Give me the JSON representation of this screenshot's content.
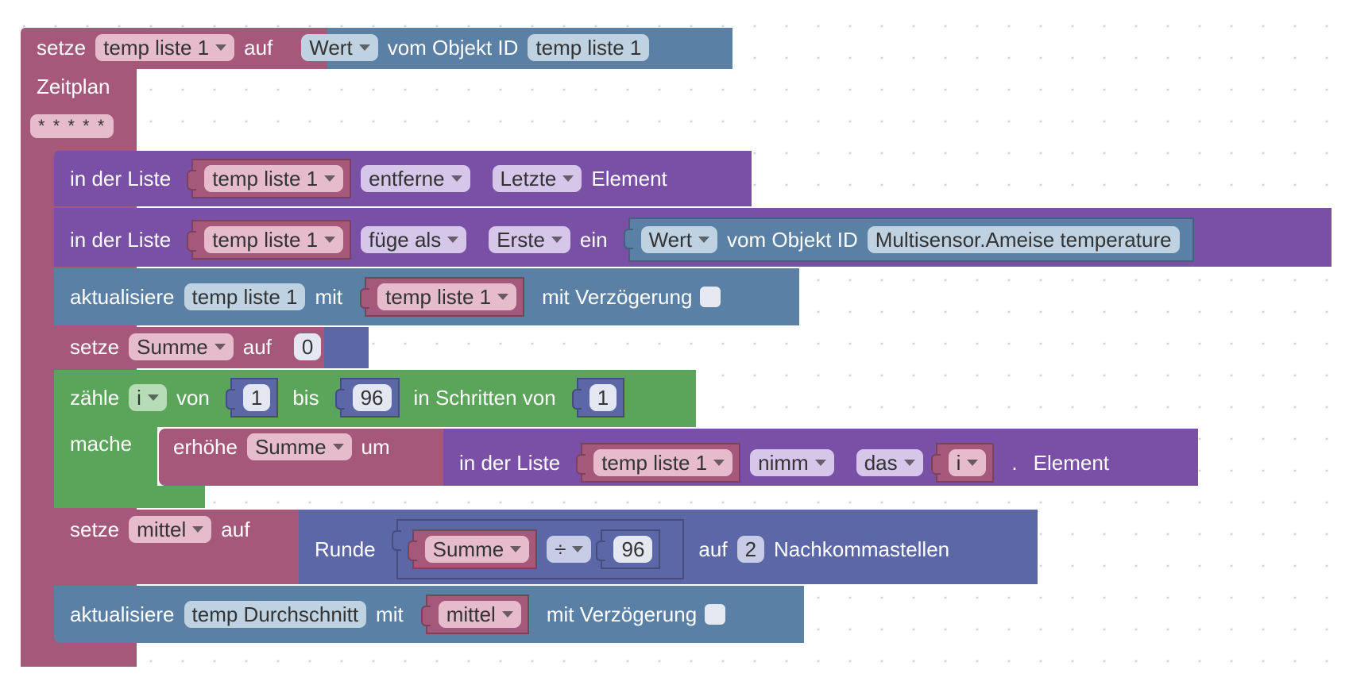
{
  "colors": {
    "variables": "#a5587a",
    "objects": "#5a80a6",
    "lists": "#7a4fa6",
    "loops": "#5ba55b",
    "math": "#5b67a6"
  },
  "block_setze_temp": {
    "keyword": "setze",
    "var": "temp liste 1",
    "keyword2": "auf",
    "value_field": "Wert",
    "value_text": "vom Objekt ID",
    "object_id": "temp liste 1"
  },
  "block_zeitplan": {
    "title": "Zeitplan",
    "cron": "* * * * *"
  },
  "block_remove": {
    "prefix": "in der Liste",
    "list": "temp liste 1",
    "mode": "entferne",
    "where": "Letzte",
    "suffix": "Element"
  },
  "block_insert": {
    "prefix": "in der Liste",
    "list": "temp liste 1",
    "mode": "füge als",
    "where": "Erste",
    "suffix": "ein",
    "value_field": "Wert",
    "value_text": "vom Objekt ID",
    "object_id": "Multisensor.Ameise temperature"
  },
  "block_update1": {
    "keyword": "aktualisiere",
    "target": "temp liste 1",
    "with": "mit",
    "value": "temp liste 1",
    "delay_label": "mit Verzögerung"
  },
  "block_set_summe": {
    "keyword": "setze",
    "var": "Summe",
    "keyword2": "auf",
    "value": "0"
  },
  "block_loop": {
    "keyword": "zähle",
    "var": "i",
    "from_label": "von",
    "from": "1",
    "to_label": "bis",
    "to": "96",
    "step_label": "in Schritten von",
    "step": "1",
    "do_label": "mache"
  },
  "block_increase": {
    "keyword": "erhöhe",
    "var": "Summe",
    "by": "um",
    "list_prefix": "in der Liste",
    "list": "temp liste 1",
    "mode": "nimm",
    "where": "das",
    "index": "i",
    "dot": ".",
    "suffix": "Element"
  },
  "block_set_mittel": {
    "keyword": "setze",
    "var": "mittel",
    "keyword2": "auf",
    "round": "Runde",
    "operand": "Summe",
    "operator": "÷",
    "divisor": "96",
    "to_label": "auf",
    "digits": "2",
    "digits_label": "Nachkommastellen"
  },
  "block_update2": {
    "keyword": "aktualisiere",
    "target": "temp Durchschnitt",
    "with": "mit",
    "value": "mittel",
    "delay_label": "mit Verzögerung"
  }
}
